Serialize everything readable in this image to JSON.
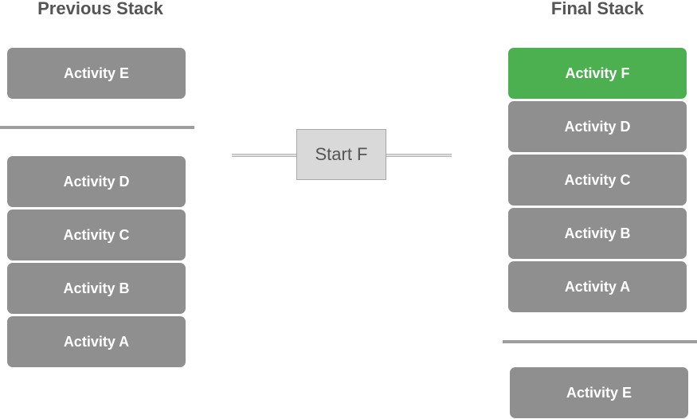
{
  "previous_stack": {
    "title": "Previous Stack",
    "top_item": "Activity E",
    "items": [
      "Activity D",
      "Activity C",
      "Activity B",
      "Activity A"
    ]
  },
  "action": {
    "label": "Start F"
  },
  "final_stack": {
    "title": "Final Stack",
    "items": [
      "Activity F",
      "Activity D",
      "Activity C",
      "Activity B",
      "Activity A"
    ],
    "bottom_item": "Activity E"
  },
  "colors": {
    "card": "#8f8f8f",
    "highlight": "#4caf50",
    "divider": "#9e9e9e",
    "heading_text": "#555555"
  }
}
